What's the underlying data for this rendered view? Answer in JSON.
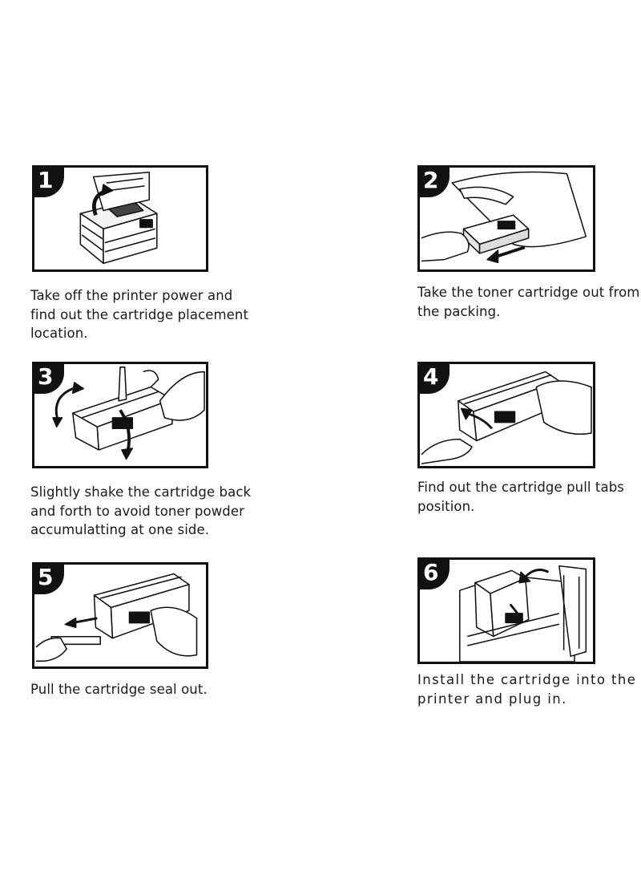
{
  "steps": [
    {
      "number": "1",
      "caption": "Take off the printer power and find out the cartridge placement location.",
      "illustration": "printer-open-lid-icon"
    },
    {
      "number": "2",
      "caption": "Take the toner cartridge out from the packing.",
      "illustration": "unpack-cartridge-icon"
    },
    {
      "number": "3",
      "caption": "Slightly shake the cartridge back and forth to avoid toner powder accumulatting at one side.",
      "illustration": "shake-cartridge-icon"
    },
    {
      "number": "4",
      "caption": "Find out the cartridge pull tabs position.",
      "illustration": "pull-tab-icon"
    },
    {
      "number": "5",
      "caption": "Pull the cartridge seal out.",
      "illustration": "pull-seal-icon"
    },
    {
      "number": "6",
      "caption": "Install the cartridge into the printer and plug in.",
      "illustration": "install-cartridge-icon"
    }
  ]
}
